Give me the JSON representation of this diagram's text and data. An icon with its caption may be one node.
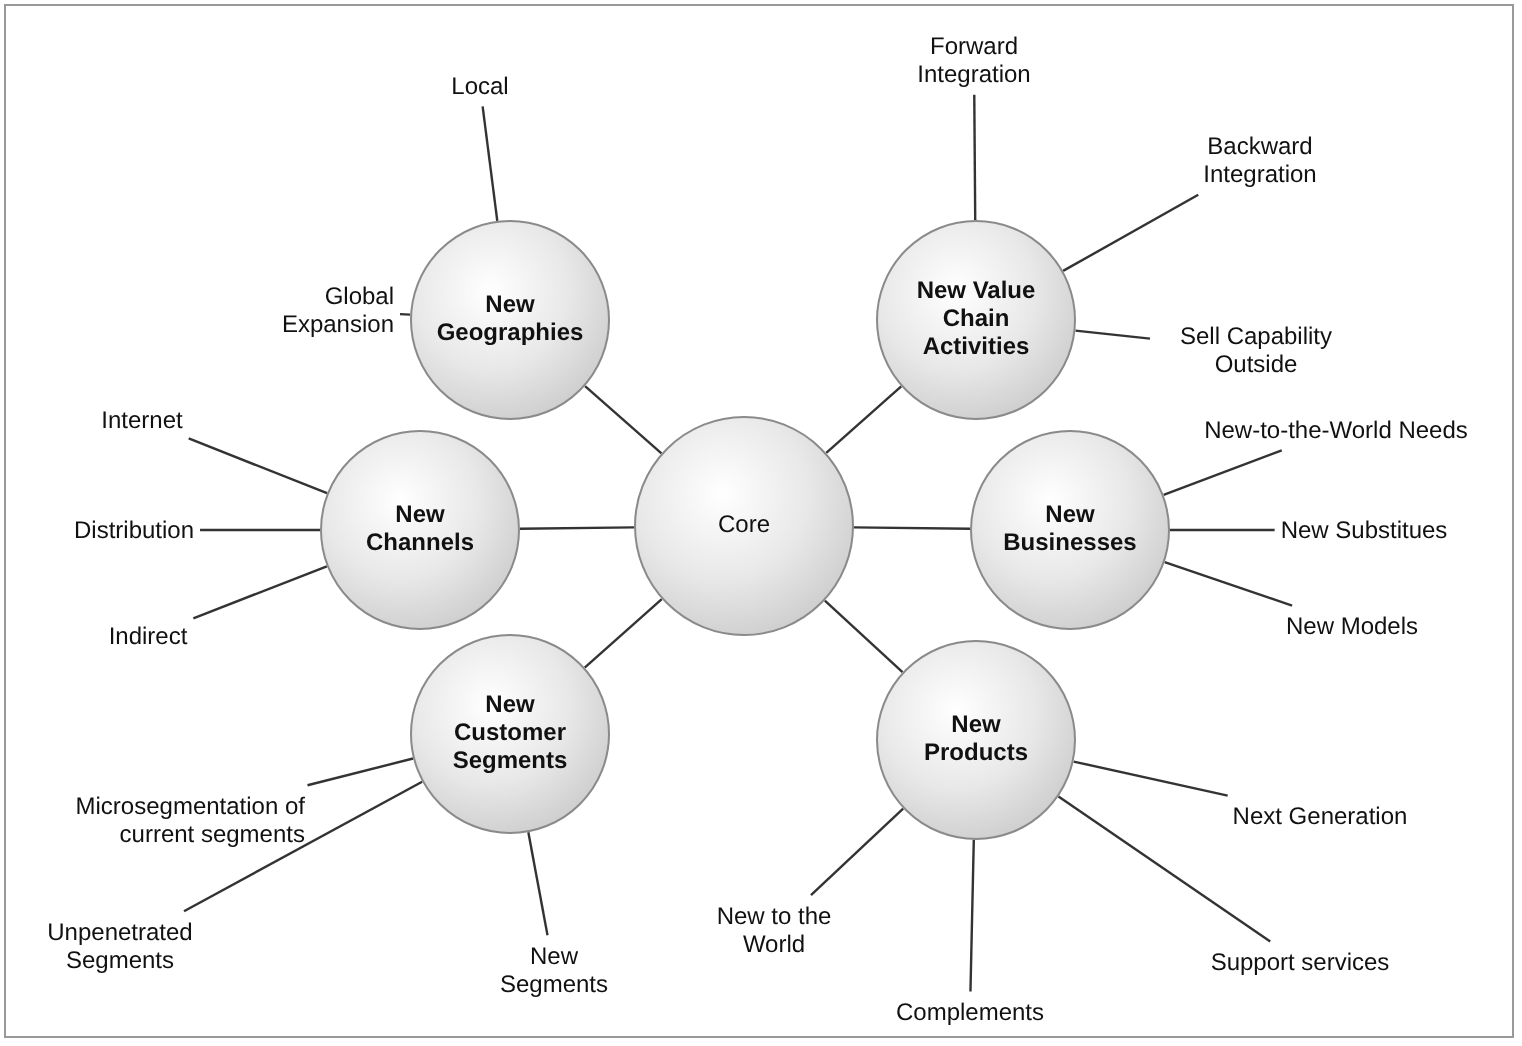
{
  "diagram": {
    "nodes": [
      {
        "text": [
          "Core"
        ]
      },
      {
        "text": [
          "New Geographies"
        ]
      },
      {
        "text": [
          "New Value Chain Activities"
        ]
      },
      {
        "text": [
          "New Channels"
        ]
      },
      {
        "text": [
          "New Businesses"
        ]
      },
      {
        "text": [
          "New Customer Segments"
        ]
      },
      {
        "text": [
          "New Products"
        ]
      },
      {
        "text": [
          "Local"
        ]
      },
      {
        "text": [
          "Global Expansion"
        ]
      },
      {
        "text": [
          "Forward Integration"
        ]
      },
      {
        "text": [
          "Backward Integration"
        ]
      },
      {
        "text": [
          "Sell Capability Outside"
        ]
      },
      {
        "text": [
          "Internet"
        ]
      },
      {
        "text": [
          "Distribution"
        ]
      },
      {
        "text": [
          "Indirect"
        ]
      },
      {
        "text": [
          "New-to-the-World Needs"
        ]
      },
      {
        "text": [
          "New Substitues"
        ]
      },
      {
        "text": [
          "New Models"
        ]
      },
      {
        "text": [
          "Microsegmentation of current segments"
        ]
      },
      {
        "text": [
          "Unpenetrated Segments"
        ]
      },
      {
        "text": [
          "New Segments"
        ]
      },
      {
        "text": [
          "Next Generation"
        ]
      },
      {
        "text": [
          "New to the World"
        ]
      },
      {
        "text": [
          "Complements"
        ]
      },
      {
        "text": [
          "Support services"
        ]
      }
    ],
    "edges": [
      {
        "from": 0,
        "to": 1,
        "arrow": "none"
      },
      {
        "from": 0,
        "to": 2,
        "arrow": "none"
      },
      {
        "from": 0,
        "to": 3,
        "arrow": "none"
      },
      {
        "from": 0,
        "to": 4,
        "arrow": "none"
      },
      {
        "from": 0,
        "to": 5,
        "arrow": "none"
      },
      {
        "from": 0,
        "to": 6,
        "arrow": "none"
      },
      {
        "from": 1,
        "to": 7,
        "arrow": "none"
      },
      {
        "from": 1,
        "to": 8,
        "arrow": "none"
      },
      {
        "from": 2,
        "to": 9,
        "arrow": "none"
      },
      {
        "from": 2,
        "to": 10,
        "arrow": "none"
      },
      {
        "from": 2,
        "to": 11,
        "arrow": "none"
      },
      {
        "from": 3,
        "to": 12,
        "arrow": "none"
      },
      {
        "from": 3,
        "to": 13,
        "arrow": "none"
      },
      {
        "from": 3,
        "to": 14,
        "arrow": "none"
      },
      {
        "from": 4,
        "to": 15,
        "arrow": "none"
      },
      {
        "from": 4,
        "to": 16,
        "arrow": "none"
      },
      {
        "from": 4,
        "to": 17,
        "arrow": "none"
      },
      {
        "from": 5,
        "to": 18,
        "arrow": "none"
      },
      {
        "from": 5,
        "to": 19,
        "arrow": "none"
      },
      {
        "from": 5,
        "to": 20,
        "arrow": "none"
      },
      {
        "from": 6,
        "to": 21,
        "arrow": "none"
      },
      {
        "from": 6,
        "to": 22,
        "arrow": "none"
      },
      {
        "from": 6,
        "to": 23,
        "arrow": "none"
      },
      {
        "from": 6,
        "to": 24,
        "arrow": "none"
      }
    ]
  }
}
